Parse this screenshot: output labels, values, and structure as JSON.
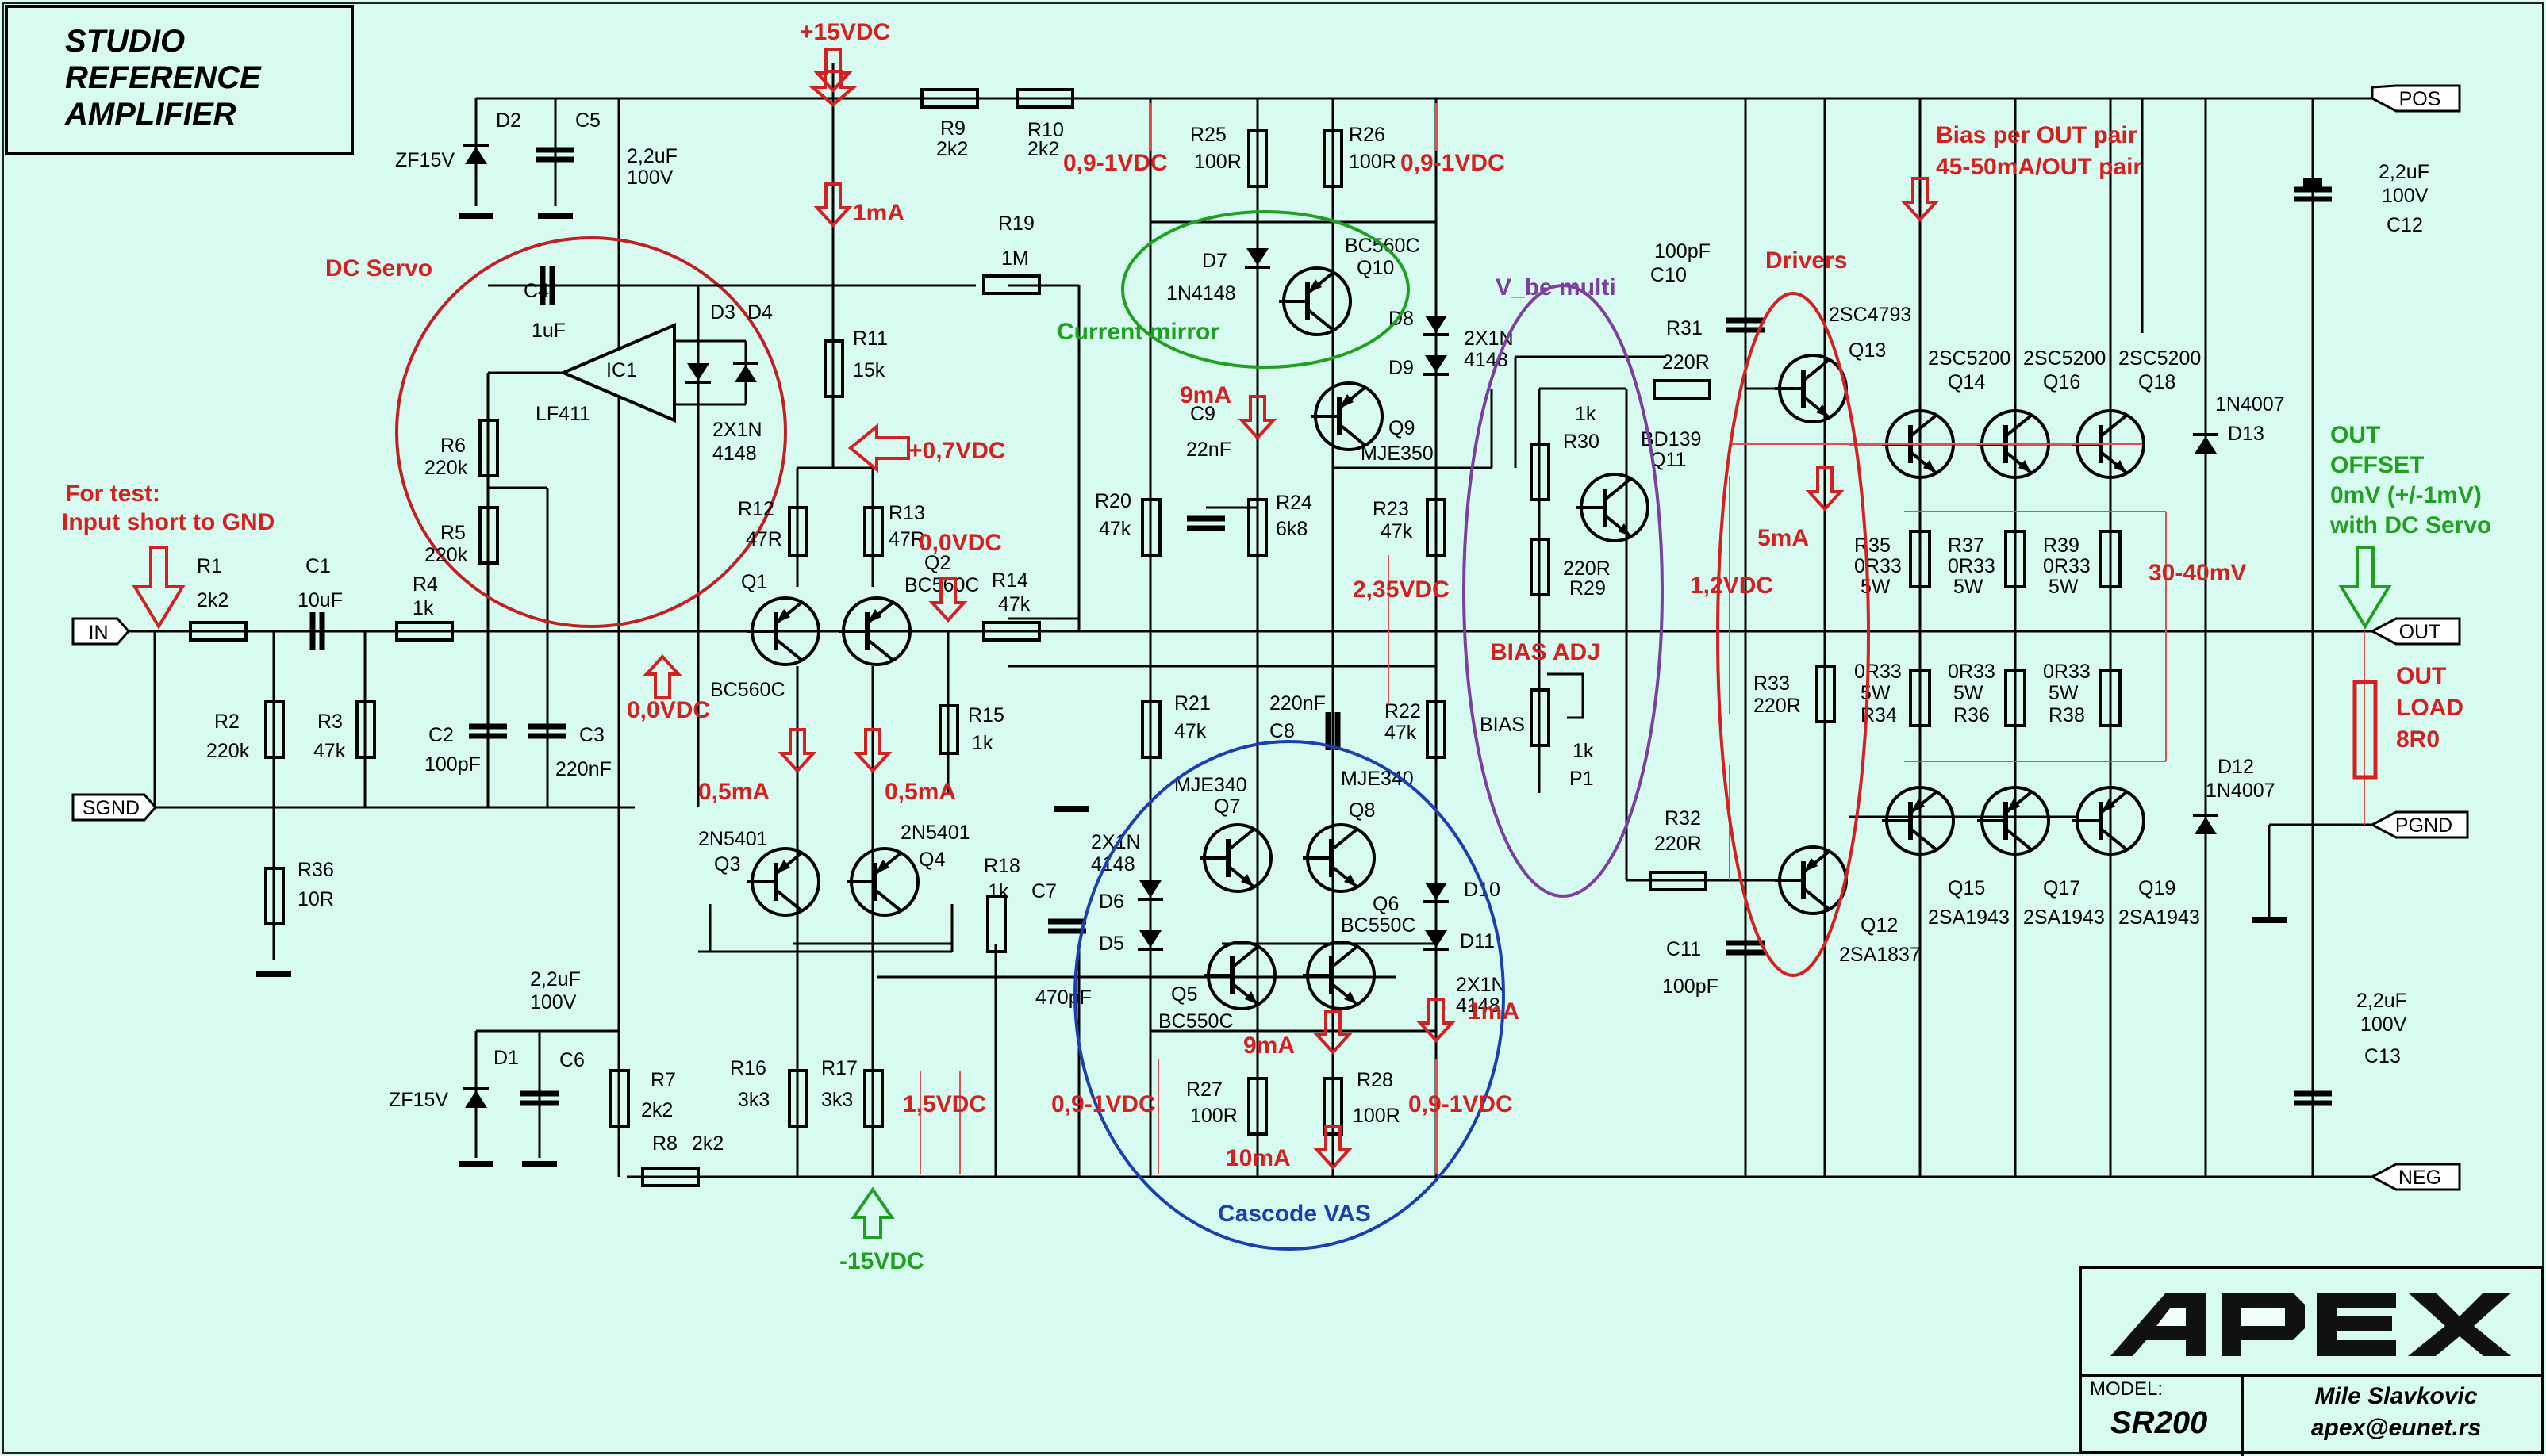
{
  "title": {
    "line1": "STUDIO",
    "line2": "REFERENCE",
    "line3": "AMPLIFIER"
  },
  "title_block": {
    "logo_text": "APEX",
    "model_label": "MODEL:",
    "model": "SR200",
    "author": "Mile Slavkovic",
    "email": "apex@eunet.rs"
  },
  "colors": {
    "background": "#d8fbf1",
    "wire": "#000000",
    "annotation_red": "#d52020",
    "annotation_green": "#1fa01f",
    "annotation_purple": "#7a3fa0",
    "annotation_blue": "#1a3fb0",
    "guide_red": "#e05050"
  },
  "ports": {
    "in": "IN",
    "sgnd": "SGND",
    "pos": "POS",
    "out": "OUT",
    "pgnd": "PGND",
    "neg": "NEG"
  },
  "annotations": {
    "plus15": "+15VDC",
    "minus15": "-15VDC",
    "i1ma_top": "1mA",
    "v07": "+0,7VDC",
    "v00_right": "0,0VDC",
    "v00_left": "0,0VDC",
    "i05a": "0,5mA",
    "i05b": "0,5mA",
    "v091_tl": "0,9-1VDC",
    "v091_tr": "0,9-1VDC",
    "v091_bl": "0,9-1VDC",
    "v091_br": "0,9-1VDC",
    "i9ma_top": "9mA",
    "i9ma_bot": "9mA",
    "i1ma_bot": "1mA",
    "i10ma": "10mA",
    "v15": "1,5VDC",
    "v235": "2,35VDC",
    "bias_adj": "BIAS ADJ",
    "v12": "1,2VDC",
    "i5ma": "5mA",
    "drivers": "Drivers",
    "bias_pair1": "Bias per OUT pair",
    "bias_pair2": "45-50mA/OUT pair",
    "mv3040": "30-40mV",
    "offset1": "OUT",
    "offset2": "OFFSET",
    "offset3": "0mV (+/-1mV)",
    "offset4": "with DC Servo",
    "load1": "OUT",
    "load2": "LOAD",
    "load3": "8R0",
    "dc_servo": "DC Servo",
    "test1": "For test:",
    "test2": "Input short to GND",
    "current_mirror": "Current mirror",
    "vbe_multi": "V_be multi",
    "cascode_vas": "Cascode VAS"
  },
  "components": {
    "d2": "D2",
    "c5": "C5",
    "zf15_top": "ZF15V",
    "c5_val1": "2,2uF",
    "c5_val2": "100V",
    "c4": "C4",
    "c4_val": "1uF",
    "ic1": "IC1",
    "lf411": "LF411",
    "d3": "D3",
    "d4": "D4",
    "d34_val1": "2X1N",
    "d34_val2": "4148",
    "r6": "R6",
    "r6_val": "220k",
    "r5": "R5",
    "r5_val": "220k",
    "r1": "R1",
    "r1_val": "2k2",
    "c1": "C1",
    "c1_val": "10uF",
    "r4": "R4",
    "r4_val": "1k",
    "r2": "R2",
    "r2_val": "220k",
    "r3": "R3",
    "r3_val": "47k",
    "c2": "C2",
    "c2_val": "100pF",
    "c3": "C3",
    "c3_val": "220nF",
    "r36": "R36",
    "r36_val": "10R",
    "r9": "R9",
    "r9_val": "2k2",
    "r10": "R10",
    "r10_val": "2k2",
    "r19": "R19",
    "r19_val": "1M",
    "r11": "R11",
    "r11_val": "15k",
    "r12": "R12",
    "r12_val": "47R",
    "r13": "R13",
    "r13_val": "47R",
    "q1": "Q1",
    "q1_type": "BC560C",
    "q2": "Q2",
    "q2_type": "BC560C",
    "r14": "R14",
    "r14_val": "47k",
    "r15": "R15",
    "r15_val": "1k",
    "q3": "Q3",
    "q3_type": "2N5401",
    "q4": "Q4",
    "q4_type": "2N5401",
    "r16": "R16",
    "r16_val": "3k3",
    "r17": "R17",
    "r17_val": "3k3",
    "d1": "D1",
    "c6": "C6",
    "zf15_bot": "ZF15V",
    "c6_val1": "2,2uF",
    "c6_val2": "100V",
    "r7": "R7",
    "r7_val": "2k2",
    "r8": "R8",
    "r8_val": "2k2",
    "r25": "R25",
    "r25_val": "100R",
    "r26": "R26",
    "r26_val": "100R",
    "d7": "D7",
    "d7_type": "1N4148",
    "q10": "Q10",
    "q10_type": "BC560C",
    "d8": "D8",
    "d9": "D9",
    "d89_val1": "2X1N",
    "d89_val2": "4148",
    "q9": "Q9",
    "q9_type": "MJE350",
    "c9": "C9",
    "c9_val": "22nF",
    "r20": "R20",
    "r20_val": "47k",
    "r24": "R24",
    "r24_val": "6k8",
    "r23": "R23",
    "r23_val": "47k",
    "r21": "R21",
    "r21_val": "47k",
    "c8": "C8",
    "c8_val": "220nF",
    "r22": "R22",
    "r22_val": "47k",
    "q7": "Q7",
    "q7_type": "MJE340",
    "q8": "Q8",
    "q8_type": "MJE340",
    "d56_val1": "2X1N",
    "d56_val2": "4148",
    "d6": "D6",
    "d5": "D5",
    "r18": "R18",
    "r18_val": "1k",
    "c7": "C7",
    "c7_val": "470pF",
    "q5": "Q5",
    "q5_type": "BC550C",
    "q6": "Q6",
    "q6_type": "BC550C",
    "d10": "D10",
    "d11": "D11",
    "d1011_val1": "2X1N",
    "d1011_val2": "4148",
    "r27": "R27",
    "r27_val": "100R",
    "r28": "R28",
    "r28_val": "100R",
    "c10": "C10",
    "c10_val": "100pF",
    "r31": "R31",
    "r31_val": "220R",
    "r30": "R30",
    "r30_val": "1k",
    "r29": "R29",
    "r29_val": "220R",
    "q11": "Q11",
    "q11_type": "BD139",
    "bias": "BIAS",
    "p1": "P1",
    "p1_val": "1k",
    "r32": "R32",
    "r32_val": "220R",
    "c11": "C11",
    "c11_val": "100pF",
    "q13": "Q13",
    "q13_type": "2SC4793",
    "q12": "Q12",
    "q12_type": "2SA1837",
    "r33": "R33",
    "r33_val": "220R",
    "q14": "Q14",
    "q14_type": "2SC5200",
    "q16": "Q16",
    "q16_type": "2SC5200",
    "q18": "Q18",
    "q18_type": "2SC5200",
    "q15": "Q15",
    "q15_type": "2SA1943",
    "q17": "Q17",
    "q17_type": "2SA1943",
    "q19": "Q19",
    "q19_type": "2SA1943",
    "r35": "R35",
    "r37": "R37",
    "r39": "R39",
    "r34": "R34",
    "r36b": "R36",
    "r38": "R38",
    "r_val1": "0R33",
    "r_val2": "5W",
    "d13": "D13",
    "d13_type": "1N4007",
    "d12": "D12",
    "d12_type": "1N4007",
    "c12": "C12",
    "c12_val1": "2,2uF",
    "c12_val2": "100V",
    "c13": "C13",
    "c13_val1": "2,2uF",
    "c13_val2": "100V"
  }
}
